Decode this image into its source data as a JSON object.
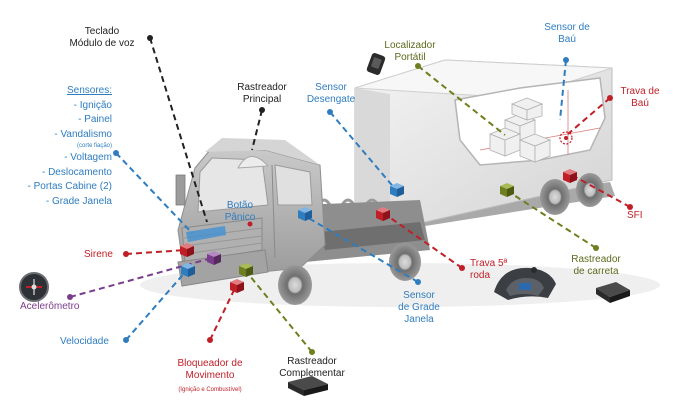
{
  "colors": {
    "black": "#222222",
    "blue": "#2f7dbf",
    "red": "#c01f27",
    "green": "#6d7f1e",
    "purple": "#7a3d8c"
  },
  "labels": {
    "teclado_line1": "Teclado",
    "teclado_line2": "Módulo de voz",
    "rastreador_principal_line1": "Rastreador",
    "rastreador_principal_line2": "Principal",
    "sensor_desengate_line1": "Sensor",
    "sensor_desengate_line2": "Desengate",
    "localizador_line1": "Localizador",
    "localizador_line2": "Portátil",
    "sensor_bau_line1": "Sensor de",
    "sensor_bau_line2": "Baú",
    "trava_bau_line1": "Trava de",
    "trava_bau_line2": "Baú",
    "sfi": "SFI",
    "rastreador_carreta_line1": "Rastreador",
    "rastreador_carreta_line2": "de carreta",
    "trava_5a_line1": "Trava 5ª",
    "trava_5a_line2": "roda",
    "sensor_grade_line1": "Sensor",
    "sensor_grade_line2": "de Grade",
    "sensor_grade_line3": "Janela",
    "rastreador_complementar_line1": "Rastreador",
    "rastreador_complementar_line2": "Complementar",
    "bloqueador_line1": "Bloqueador de",
    "bloqueador_line2": "Movimento",
    "bloqueador_note": "(Ignição e Combustível)",
    "velocidade": "Velocidade",
    "acelerometro": "Acelerômetro",
    "sirene": "Sirene",
    "botao_panico_line1": "Botão",
    "botao_panico_line2": "Pânico"
  },
  "sensores": {
    "title": "Sensores:",
    "items": [
      "- Ignição",
      "- Painel",
      "- Vandalismo",
      "(corte fiação)",
      "- Voltagem",
      "- Deslocamento",
      "- Portas Cabine (2)",
      "- Grade Janela"
    ]
  }
}
